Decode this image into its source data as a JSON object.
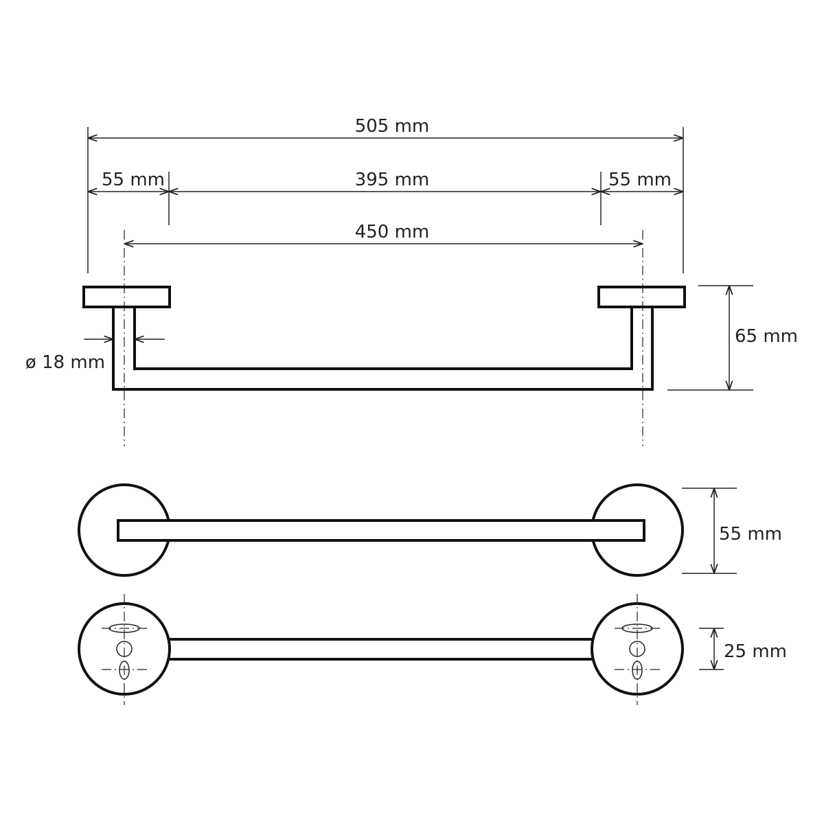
{
  "dimensions": {
    "overall_length": "505 mm",
    "rosette_left": "55 mm",
    "bar_length": "395 mm",
    "rosette_right": "55 mm",
    "center_distance": "450 mm",
    "depth": "65 mm",
    "tube_diameter": "ø 18 mm",
    "rosette_diameter": "55 mm",
    "mounting_hole_spacing": "25 mm"
  },
  "colors": {
    "line": "#111111",
    "background": "#ffffff"
  }
}
